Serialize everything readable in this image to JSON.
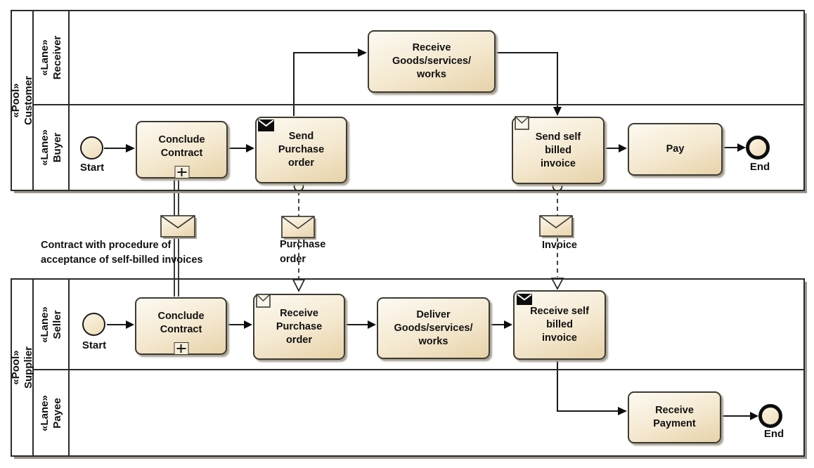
{
  "pools": {
    "customer": {
      "label": "«Pool» Customer",
      "lanes": {
        "receiver": {
          "label": "«Lane»\nReceiver"
        },
        "buyer": {
          "label": "«Lane»\nBuyer"
        }
      }
    },
    "supplier": {
      "label": "«Pool» Supplier",
      "lanes": {
        "seller": {
          "label": "«Lane»\nSeller"
        },
        "payee": {
          "label": "«Lane»\nPayee"
        }
      }
    }
  },
  "tasks": {
    "conclude_contract_customer": "Conclude\nContract",
    "send_purchase_order": "Send\nPurchase\norder",
    "receive_goods": "Receive\nGoods/services/\nworks",
    "send_self_billed_invoice": "Send self\nbilled\ninvoice",
    "pay": "Pay",
    "conclude_contract_supplier": "Conclude\nContract",
    "receive_purchase_order": "Receive\nPurchase\norder",
    "deliver_goods": "Deliver\nGoods/services/\nworks",
    "receive_self_billed_invoice": "Receive self\nbilled\ninvoice",
    "receive_payment": "Receive\nPayment"
  },
  "events": {
    "customer_start": "Start",
    "customer_end": "End",
    "supplier_start": "Start",
    "supplier_end": "End"
  },
  "messages": {
    "contract": "Contract with procedure of\nacceptance of self-billed invoices",
    "purchase_order": "Purchase\norder",
    "invoice": "Invoice"
  },
  "colors": {
    "task_fill_top": "#fdfaf2",
    "task_fill_bottom": "#e7d2a9",
    "task_border": "#3c3b33",
    "pool_border": "#2b2b2b",
    "flow_line": "#1a1a1a",
    "shadow": "#a9a294"
  }
}
